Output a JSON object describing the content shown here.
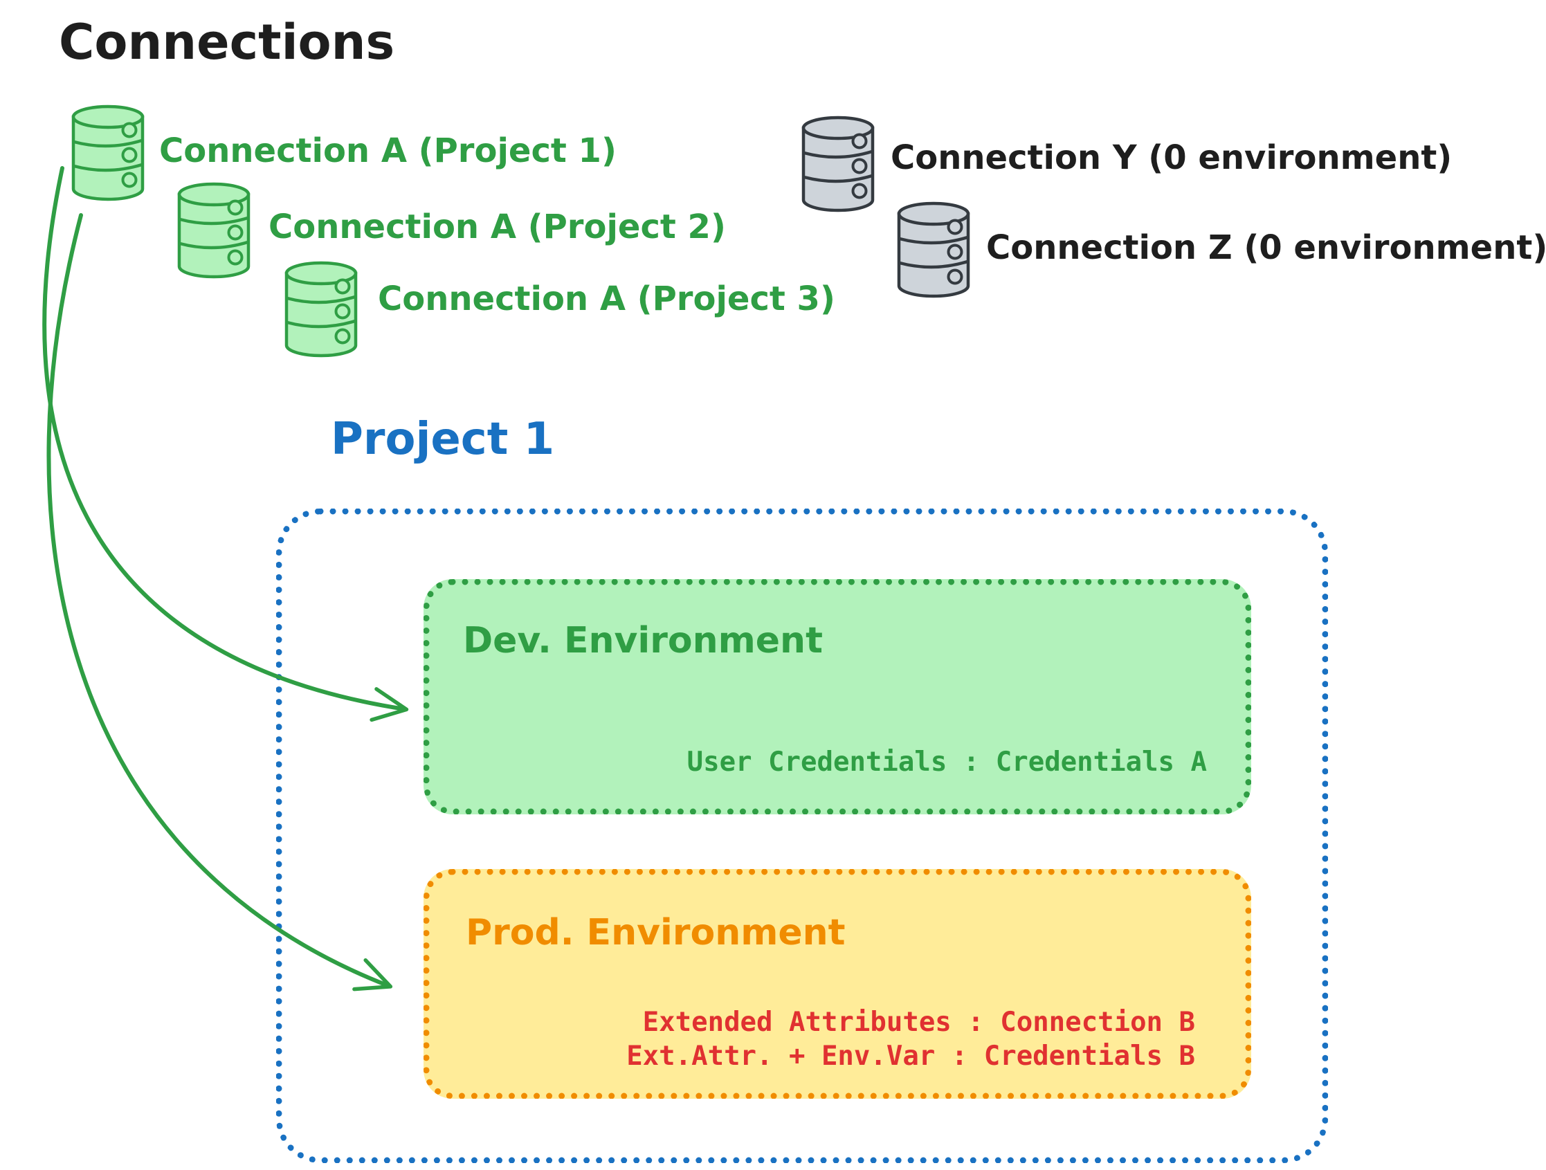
{
  "diagram_title": "Connections",
  "palette": {
    "black": "#1e1e1e",
    "green_stroke": "#2f9e44",
    "green_fill": "#b2f2bb",
    "blue": "#1971c2",
    "orange": "#f08c00",
    "yellow_fill": "#ffec99",
    "red": "#e03131",
    "gray_fill": "#ced4da",
    "gray_stroke": "#343a40"
  },
  "project_connections": [
    {
      "label": "Connection A (Project 1)"
    },
    {
      "label": "Connection A (Project 2)"
    },
    {
      "label": "Connection A (Project 3)"
    }
  ],
  "unassigned_connections": [
    {
      "label": "Connection Y (0 environment)"
    },
    {
      "label": "Connection Z (0 environment)"
    }
  ],
  "project": {
    "title": "Project 1",
    "environments": [
      {
        "name": "Dev. Environment",
        "bindings": [
          "User Credentials : Credentials A"
        ]
      },
      {
        "name": "Prod. Environment",
        "bindings": [
          "Extended Attributes : Connection B",
          "Ext.Attr. + Env.Var : Credentials B"
        ]
      }
    ]
  }
}
